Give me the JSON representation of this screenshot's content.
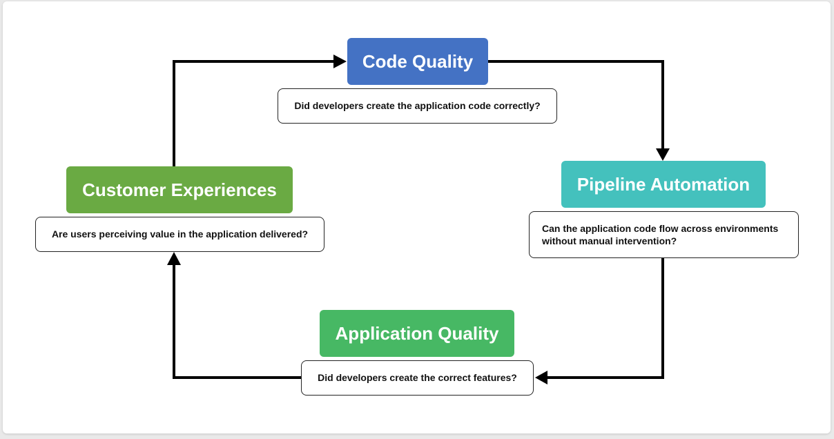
{
  "colors": {
    "code_quality": "#4472c4",
    "pipeline_automation": "#44c1bd",
    "application_quality": "#47b864",
    "customer_experiences": "#6aaa43",
    "connector": "#000000"
  },
  "stages": {
    "code_quality": {
      "title": "Code Quality",
      "question": "Did developers create the application code correctly?"
    },
    "pipeline_automation": {
      "title": "Pipeline Automation",
      "question": "Can the application code flow across environments without manual intervention?"
    },
    "application_quality": {
      "title": "Application Quality",
      "question": "Did developers create the correct features?"
    },
    "customer_experiences": {
      "title": "Customer Experiences",
      "question": "Are users perceiving value in the application delivered?"
    }
  }
}
